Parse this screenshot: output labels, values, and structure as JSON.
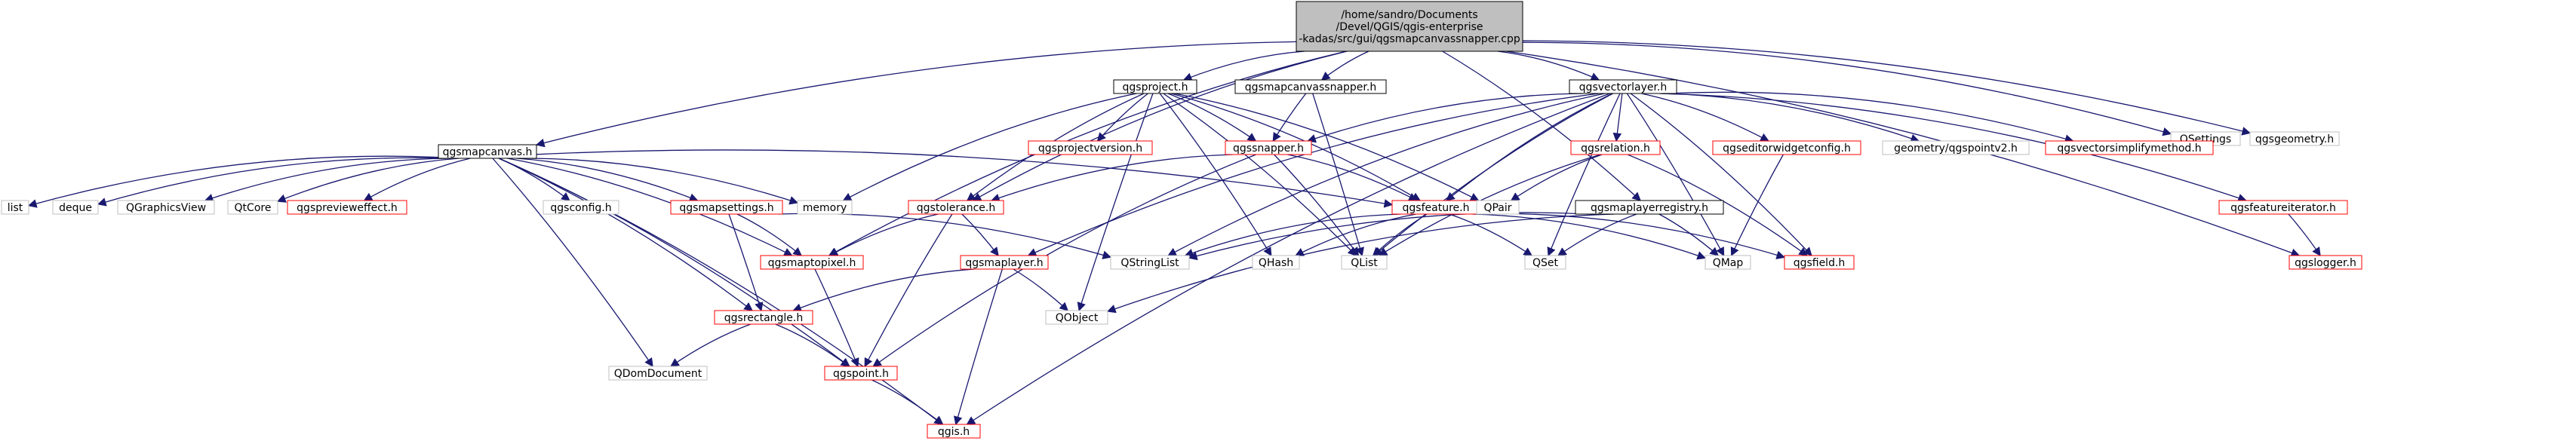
{
  "graph": {
    "colors": {
      "black": "#000000",
      "red": "#ff0000",
      "grey": "#bfbfbf",
      "root_fill": "#bfbfbf",
      "edge": "#191970"
    },
    "nodes": [
      {
        "id": "root",
        "label": "/home/sandro/Documents\n/Devel/QGIS/qgis-enterprise\n-kadas/src/gui/qgsmapcanvassnapper.cpp",
        "style": "root"
      },
      {
        "id": "qgsmapcanvas",
        "label": "qgsmapcanvas.h",
        "style": "black"
      },
      {
        "id": "qgsproject",
        "label": "qgsproject.h",
        "style": "black"
      },
      {
        "id": "qgsmapcanvassnapper",
        "label": "qgsmapcanvassnapper.h",
        "style": "black"
      },
      {
        "id": "qgsvectorlayer",
        "label": "qgsvectorlayer.h",
        "style": "black"
      },
      {
        "id": "qsettings",
        "label": "QSettings",
        "style": "grey"
      },
      {
        "id": "qgsgeometry",
        "label": "qgsgeometry.h",
        "style": "grey"
      },
      {
        "id": "list",
        "label": "list",
        "style": "grey"
      },
      {
        "id": "deque",
        "label": "deque",
        "style": "grey"
      },
      {
        "id": "qgraphicsview",
        "label": "QGraphicsView",
        "style": "grey"
      },
      {
        "id": "qtcore",
        "label": "QtCore",
        "style": "grey"
      },
      {
        "id": "qgspreviewe",
        "label": "qgspreviewеffect.h",
        "style": "red"
      },
      {
        "id": "qgsconfig",
        "label": "qgsconfig.h",
        "style": "grey"
      },
      {
        "id": "qgsmapsettings",
        "label": "qgsmapsettings.h",
        "style": "red"
      },
      {
        "id": "memory",
        "label": "memory",
        "style": "grey"
      },
      {
        "id": "qgsprojectversion",
        "label": "qgsprojectversion.h",
        "style": "red"
      },
      {
        "id": "qgssnapper",
        "label": "qgssnapper.h",
        "style": "red"
      },
      {
        "id": "qgstolerance",
        "label": "qgstolerance.h",
        "style": "red"
      },
      {
        "id": "qgsfeature",
        "label": "qgsfeature.h",
        "style": "red"
      },
      {
        "id": "qpair",
        "label": "QPair",
        "style": "grey"
      },
      {
        "id": "qgsrelation",
        "label": "qgsrelation.h",
        "style": "red"
      },
      {
        "id": "qgseditorwidgetconfig",
        "label": "qgseditorwidgetconfig.h",
        "style": "red"
      },
      {
        "id": "qgspointv2",
        "label": "geometry/qgspointv2.h",
        "style": "grey"
      },
      {
        "id": "qgsvectorsimplify",
        "label": "qgsvectorsimplifymethod.h",
        "style": "red"
      },
      {
        "id": "qgsmaplayerregistry",
        "label": "qgsmaplayerregistry.h",
        "style": "black"
      },
      {
        "id": "qgsfeatureiterator",
        "label": "qgsfeatureiterator.h",
        "style": "red"
      },
      {
        "id": "qgslogger",
        "label": "qgslogger.h",
        "style": "red"
      },
      {
        "id": "qgsmaptopixel",
        "label": "qgsmaptopixel.h",
        "style": "red"
      },
      {
        "id": "qgsmaplayer",
        "label": "qgsmaplayer.h",
        "style": "red"
      },
      {
        "id": "qstringlist",
        "label": "QStringList",
        "style": "grey"
      },
      {
        "id": "qhash",
        "label": "QHash",
        "style": "grey"
      },
      {
        "id": "qlist",
        "label": "QList",
        "style": "grey"
      },
      {
        "id": "qset",
        "label": "QSet",
        "style": "grey"
      },
      {
        "id": "qmap",
        "label": "QMap",
        "style": "grey"
      },
      {
        "id": "qgsfield",
        "label": "qgsfield.h",
        "style": "red"
      },
      {
        "id": "qgsrectangle",
        "label": "qgsrectangle.h",
        "style": "red"
      },
      {
        "id": "qobject",
        "label": "QObject",
        "style": "grey"
      },
      {
        "id": "qdomdocument",
        "label": "QDomDocument",
        "style": "grey"
      },
      {
        "id": "qgspoint",
        "label": "qgspoint.h",
        "style": "red"
      },
      {
        "id": "qgis",
        "label": "qgis.h",
        "style": "red"
      }
    ],
    "edges": [
      [
        "root",
        "qgsmapcanvas"
      ],
      [
        "root",
        "qgsproject"
      ],
      [
        "root",
        "qgsmapcanvassnapper"
      ],
      [
        "root",
        "qgsvectorlayer"
      ],
      [
        "root",
        "qsettings"
      ],
      [
        "root",
        "qgsgeometry"
      ],
      [
        "root",
        "qgstolerance"
      ],
      [
        "root",
        "qgsmaptopixel"
      ],
      [
        "root",
        "qgsmaplayerregistry"
      ],
      [
        "root",
        "qgslogger"
      ],
      [
        "qgsmapcanvas",
        "list"
      ],
      [
        "qgsmapcanvas",
        "deque"
      ],
      [
        "qgsmapcanvas",
        "qgraphicsview"
      ],
      [
        "qgsmapcanvas",
        "qtcore"
      ],
      [
        "qgsmapcanvas",
        "qgspreviewe"
      ],
      [
        "qgsmapcanvas",
        "qgsconfig"
      ],
      [
        "qgsmapcanvas",
        "qgsmapsettings"
      ],
      [
        "qgsmapcanvas",
        "memory"
      ],
      [
        "qgsmapcanvas",
        "qgsmaptopixel"
      ],
      [
        "qgsmapcanvas",
        "qgsrectangle"
      ],
      [
        "qgsmapcanvas",
        "qdomdocument"
      ],
      [
        "qgsmapcanvas",
        "qgspoint"
      ],
      [
        "qgsmapcanvas",
        "qgis"
      ],
      [
        "qgsmapcanvas",
        "qgsfeature"
      ],
      [
        "qgsproject",
        "memory"
      ],
      [
        "qgsproject",
        "qgsprojectversion"
      ],
      [
        "qgsproject",
        "qgssnapper"
      ],
      [
        "qgsproject",
        "qgstolerance"
      ],
      [
        "qgsproject",
        "qpair"
      ],
      [
        "qgsproject",
        "qlist"
      ],
      [
        "qgsproject",
        "qhash"
      ],
      [
        "qgsproject",
        "qobject"
      ],
      [
        "qgsproject",
        "qgsfeature"
      ],
      [
        "qgsmapcanvassnapper",
        "qgssnapper"
      ],
      [
        "qgsmapcanvassnapper",
        "qlist"
      ],
      [
        "qgsvectorlayer",
        "qgssnapper"
      ],
      [
        "qgsvectorlayer",
        "qgsrelation"
      ],
      [
        "qgsvectorlayer",
        "qgseditorwidgetconfig"
      ],
      [
        "qgsvectorlayer",
        "qgspointv2"
      ],
      [
        "qgsvectorlayer",
        "qgsvectorsimplify"
      ],
      [
        "qgsvectorlayer",
        "qgsfeatureiterator"
      ],
      [
        "qgsvectorlayer",
        "qgsfeature"
      ],
      [
        "qgsvectorlayer",
        "qgsmaplayer"
      ],
      [
        "qgsvectorlayer",
        "qstringlist"
      ],
      [
        "qgsvectorlayer",
        "qlist"
      ],
      [
        "qgsvectorlayer",
        "qset"
      ],
      [
        "qgsvectorlayer",
        "qmap"
      ],
      [
        "qgsvectorlayer",
        "qgsfield"
      ],
      [
        "qgsvectorlayer",
        "qgis"
      ],
      [
        "qgsmapsettings",
        "qgsmaptopixel"
      ],
      [
        "qgsmapsettings",
        "qgsrectangle"
      ],
      [
        "qgsmapsettings",
        "qstringlist"
      ],
      [
        "qgssnapper",
        "qgstolerance"
      ],
      [
        "qgssnapper",
        "qgsfeature"
      ],
      [
        "qgssnapper",
        "qlist"
      ],
      [
        "qgssnapper",
        "qgspoint"
      ],
      [
        "qgstolerance",
        "qgsmaptopixel"
      ],
      [
        "qgstolerance",
        "qgsmaplayer"
      ],
      [
        "qgstolerance",
        "qgspoint"
      ],
      [
        "qgsfeature",
        "qstringlist"
      ],
      [
        "qgsfeature",
        "qhash"
      ],
      [
        "qgsfeature",
        "qlist"
      ],
      [
        "qgsfeature",
        "qset"
      ],
      [
        "qgsfeature",
        "qmap"
      ],
      [
        "qgsfeature",
        "qgsfield"
      ],
      [
        "qgsrelation",
        "qpair"
      ],
      [
        "qgsrelation",
        "qlist"
      ],
      [
        "qgsrelation",
        "qgsfield"
      ],
      [
        "qgseditorwidgetconfig",
        "qmap"
      ],
      [
        "qgsmaplayerregistry",
        "qstringlist"
      ],
      [
        "qgsmaplayerregistry",
        "qobject"
      ],
      [
        "qgsmaplayerregistry",
        "qset"
      ],
      [
        "qgsmaplayerregistry",
        "qmap"
      ],
      [
        "qgsfeatureiterator",
        "qgslogger"
      ],
      [
        "qgsmaptopixel",
        "qgspoint"
      ],
      [
        "qgsmaplayer",
        "qgsrectangle"
      ],
      [
        "qgsmaplayer",
        "qobject"
      ],
      [
        "qgsmaplayer",
        "qgis"
      ],
      [
        "qgsrectangle",
        "qdomdocument"
      ],
      [
        "qgsrectangle",
        "qgspoint"
      ],
      [
        "qgspoint",
        "qgis"
      ]
    ]
  }
}
